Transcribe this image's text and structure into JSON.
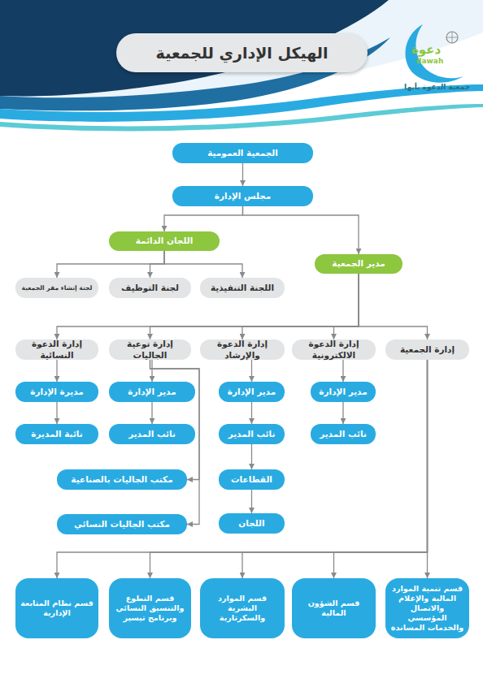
{
  "diagram": {
    "title": "الهيكل الإداري للجمعية",
    "nodes": [
      {
        "text": [
          "الجمعية العمومية"
        ]
      },
      {
        "text": [
          "مجلس الإدارة"
        ]
      },
      {
        "text": [
          "اللجان الدائمة"
        ]
      },
      {
        "text": [
          "مدير الجمعية"
        ]
      },
      {
        "text": [
          "اللجنة التنفيذية"
        ]
      },
      {
        "text": [
          "لجنة التوظيف"
        ]
      },
      {
        "text": [
          "لجنة إنشاء مقر الجمعية"
        ]
      },
      {
        "text": [
          "إدارة الجمعية"
        ]
      },
      {
        "text": [
          "إدارة الدعوة الالكترونية"
        ]
      },
      {
        "text": [
          "إدارة الدعوة والإرشاد"
        ]
      },
      {
        "text": [
          "إدارة توعية الجاليات"
        ]
      },
      {
        "text": [
          "إدارة الدعوة النسائية"
        ]
      },
      {
        "text": [
          "مدير الإدارة"
        ]
      },
      {
        "text": [
          "نائب المدير"
        ]
      },
      {
        "text": [
          "مدير الإدارة"
        ]
      },
      {
        "text": [
          "نائب المدير"
        ]
      },
      {
        "text": [
          "القطاعات"
        ]
      },
      {
        "text": [
          "اللجان"
        ]
      },
      {
        "text": [
          "مدير الإدارة"
        ]
      },
      {
        "text": [
          "نائب المدير"
        ]
      },
      {
        "text": [
          "مكتب الجاليات بالصناعية"
        ]
      },
      {
        "text": [
          "مكتب الجاليات النسائي"
        ]
      },
      {
        "text": [
          "مديرة الإدارة"
        ]
      },
      {
        "text": [
          "نائبة المديرة"
        ]
      },
      {
        "text": [
          "قسم تنمية الموارد المالية والإعلام والاتصال المؤسسي والخدمات المساندة"
        ]
      },
      {
        "text": [
          "قسم الشؤون المالية"
        ]
      },
      {
        "text": [
          "قسم الموارد البشرية والسكرتارية"
        ]
      },
      {
        "text": [
          "قسم التطوع والتنسيق النسائي وبرنامج تيسير"
        ]
      },
      {
        "text": [
          "قسم نظام المتابعة الإدارية"
        ]
      }
    ],
    "edges": [
      {
        "from": 0,
        "to": 1,
        "arrow": "to"
      },
      {
        "from": 1,
        "to": 2,
        "arrow": "to"
      },
      {
        "from": 1,
        "to": 3,
        "arrow": "to"
      },
      {
        "from": 2,
        "to": 4,
        "arrow": "to"
      },
      {
        "from": 2,
        "to": 5,
        "arrow": "to"
      },
      {
        "from": 2,
        "to": 6,
        "arrow": "to"
      },
      {
        "from": 3,
        "to": 7,
        "arrow": "to"
      },
      {
        "from": 3,
        "to": 8,
        "arrow": "to"
      },
      {
        "from": 3,
        "to": 9,
        "arrow": "to"
      },
      {
        "from": 3,
        "to": 10,
        "arrow": "to"
      },
      {
        "from": 3,
        "to": 11,
        "arrow": "to"
      },
      {
        "from": 8,
        "to": 12,
        "arrow": "to"
      },
      {
        "from": 12,
        "to": 13,
        "arrow": "to"
      },
      {
        "from": 9,
        "to": 14,
        "arrow": "to"
      },
      {
        "from": 14,
        "to": 15,
        "arrow": "to"
      },
      {
        "from": 15,
        "to": 16,
        "arrow": "to"
      },
      {
        "from": 16,
        "to": 17,
        "arrow": "to"
      },
      {
        "from": 10,
        "to": 18,
        "arrow": "to"
      },
      {
        "from": 18,
        "to": 19,
        "arrow": "to"
      },
      {
        "from": 10,
        "to": 20,
        "arrow": "to"
      },
      {
        "from": 10,
        "to": 21,
        "arrow": "to"
      },
      {
        "from": 11,
        "to": 22,
        "arrow": "to"
      },
      {
        "from": 22,
        "to": 23,
        "arrow": "to"
      },
      {
        "from": 7,
        "to": 24,
        "arrow": "to"
      },
      {
        "from": 7,
        "to": 25,
        "arrow": "to"
      },
      {
        "from": 7,
        "to": 26,
        "arrow": "to"
      },
      {
        "from": 7,
        "to": 27,
        "arrow": "to"
      },
      {
        "from": 7,
        "to": 28,
        "arrow": "to"
      }
    ],
    "labels": [
      "دعوة",
      "dawah",
      "جمعية الدعوة بأبها"
    ]
  }
}
